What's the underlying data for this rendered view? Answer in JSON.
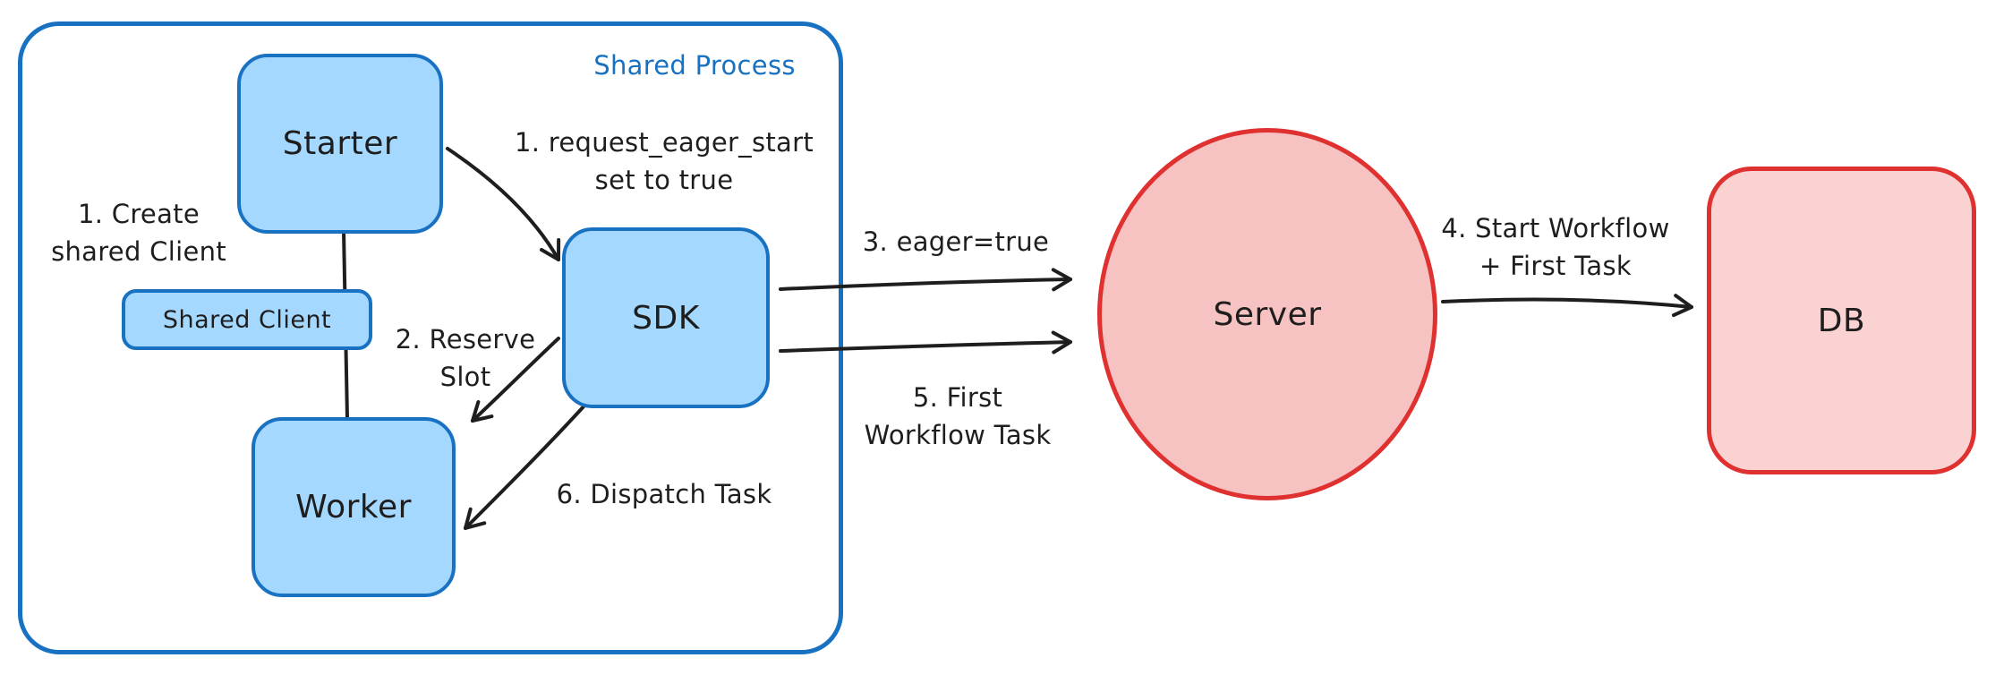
{
  "shared_process": {
    "label": "Shared Process",
    "nodes": {
      "starter": "Starter",
      "shared_client": "Shared Client",
      "worker": "Worker",
      "sdk": "SDK"
    }
  },
  "nodes": {
    "server": "Server",
    "db": "DB"
  },
  "annotations": {
    "create_shared_client": {
      "line1": "1. Create",
      "line2": "shared Client"
    },
    "request_eager_start": {
      "line1": "1. request_eager_start",
      "line2": "set to true"
    },
    "reserve_slot": {
      "line1": "2. Reserve",
      "line2": "Slot"
    },
    "dispatch_task": "6. Dispatch Task",
    "eager_true": "3. eager=true",
    "first_workflow_task": {
      "line1": "5. First",
      "line2": "Workflow Task"
    },
    "start_workflow": {
      "line1": "4. Start Workflow",
      "line2": "+ First Task"
    }
  },
  "colors": {
    "blue_stroke": "#1971c2",
    "blue_fill": "#a5d8ff",
    "red_stroke": "#e03131",
    "server_fill": "#f7c2c2",
    "db_fill": "#fbd2d2",
    "arrow": "#1e1e1e",
    "text": "#1e1e1e",
    "background": "#ffffff"
  }
}
